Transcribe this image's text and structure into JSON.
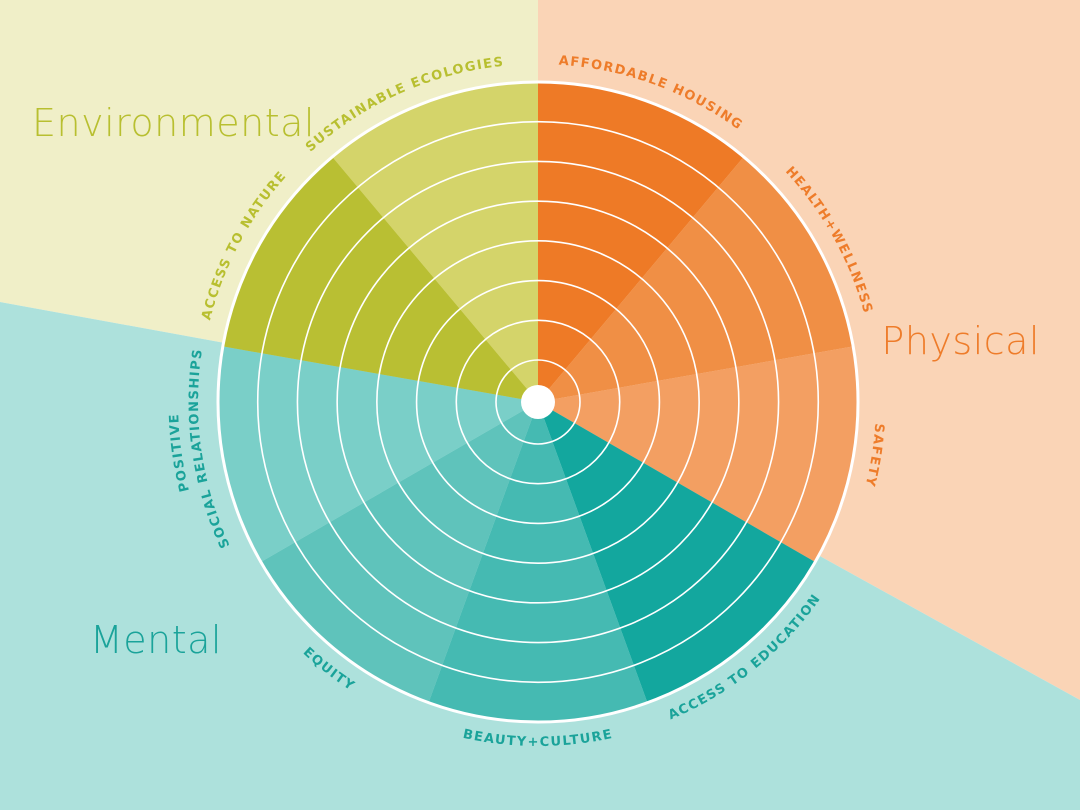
{
  "colors": {
    "environmental_bg": "#f0efc8",
    "physical_bg": "#fad4b6",
    "mental_bg": "#ade1dc",
    "ring": "#ffffff"
  },
  "categories": [
    {
      "name": "Environmental",
      "color": "#b8bf30"
    },
    {
      "name": "Physical",
      "color": "#ee7c2a"
    },
    {
      "name": "Mental",
      "color": "#1aa39a"
    }
  ],
  "segments": [
    {
      "label": "SUSTAINABLE ECOLOGIES",
      "category": "Environmental",
      "color": "#d4d46a"
    },
    {
      "label": "AFFORDABLE HOUSING",
      "category": "Physical",
      "color": "#ee7a26"
    },
    {
      "label": "HEALTH+WELLNESS",
      "category": "Physical",
      "color": "#f08f45"
    },
    {
      "label": "SAFETY",
      "category": "Physical",
      "color": "#f39f62"
    },
    {
      "label": "ACCESS TO EDUCATION",
      "category": "Mental",
      "color": "#13a79e"
    },
    {
      "label": "BEAUTY+CULTURE",
      "category": "Mental",
      "color": "#45bab2"
    },
    {
      "label": "EQUITY",
      "category": "Mental",
      "color": "#5fc3bb"
    },
    {
      "label": "POSITIVE SOCIAL RELATIONSHIPS",
      "label_lines": [
        "POSITIVE",
        "SOCIAL RELATIONSHIPS"
      ],
      "category": "Mental",
      "color": "#7acfc8"
    },
    {
      "label": "ACCESS TO NATURE",
      "category": "Environmental",
      "color": "#b9bf33"
    }
  ],
  "ring_count": 8
}
